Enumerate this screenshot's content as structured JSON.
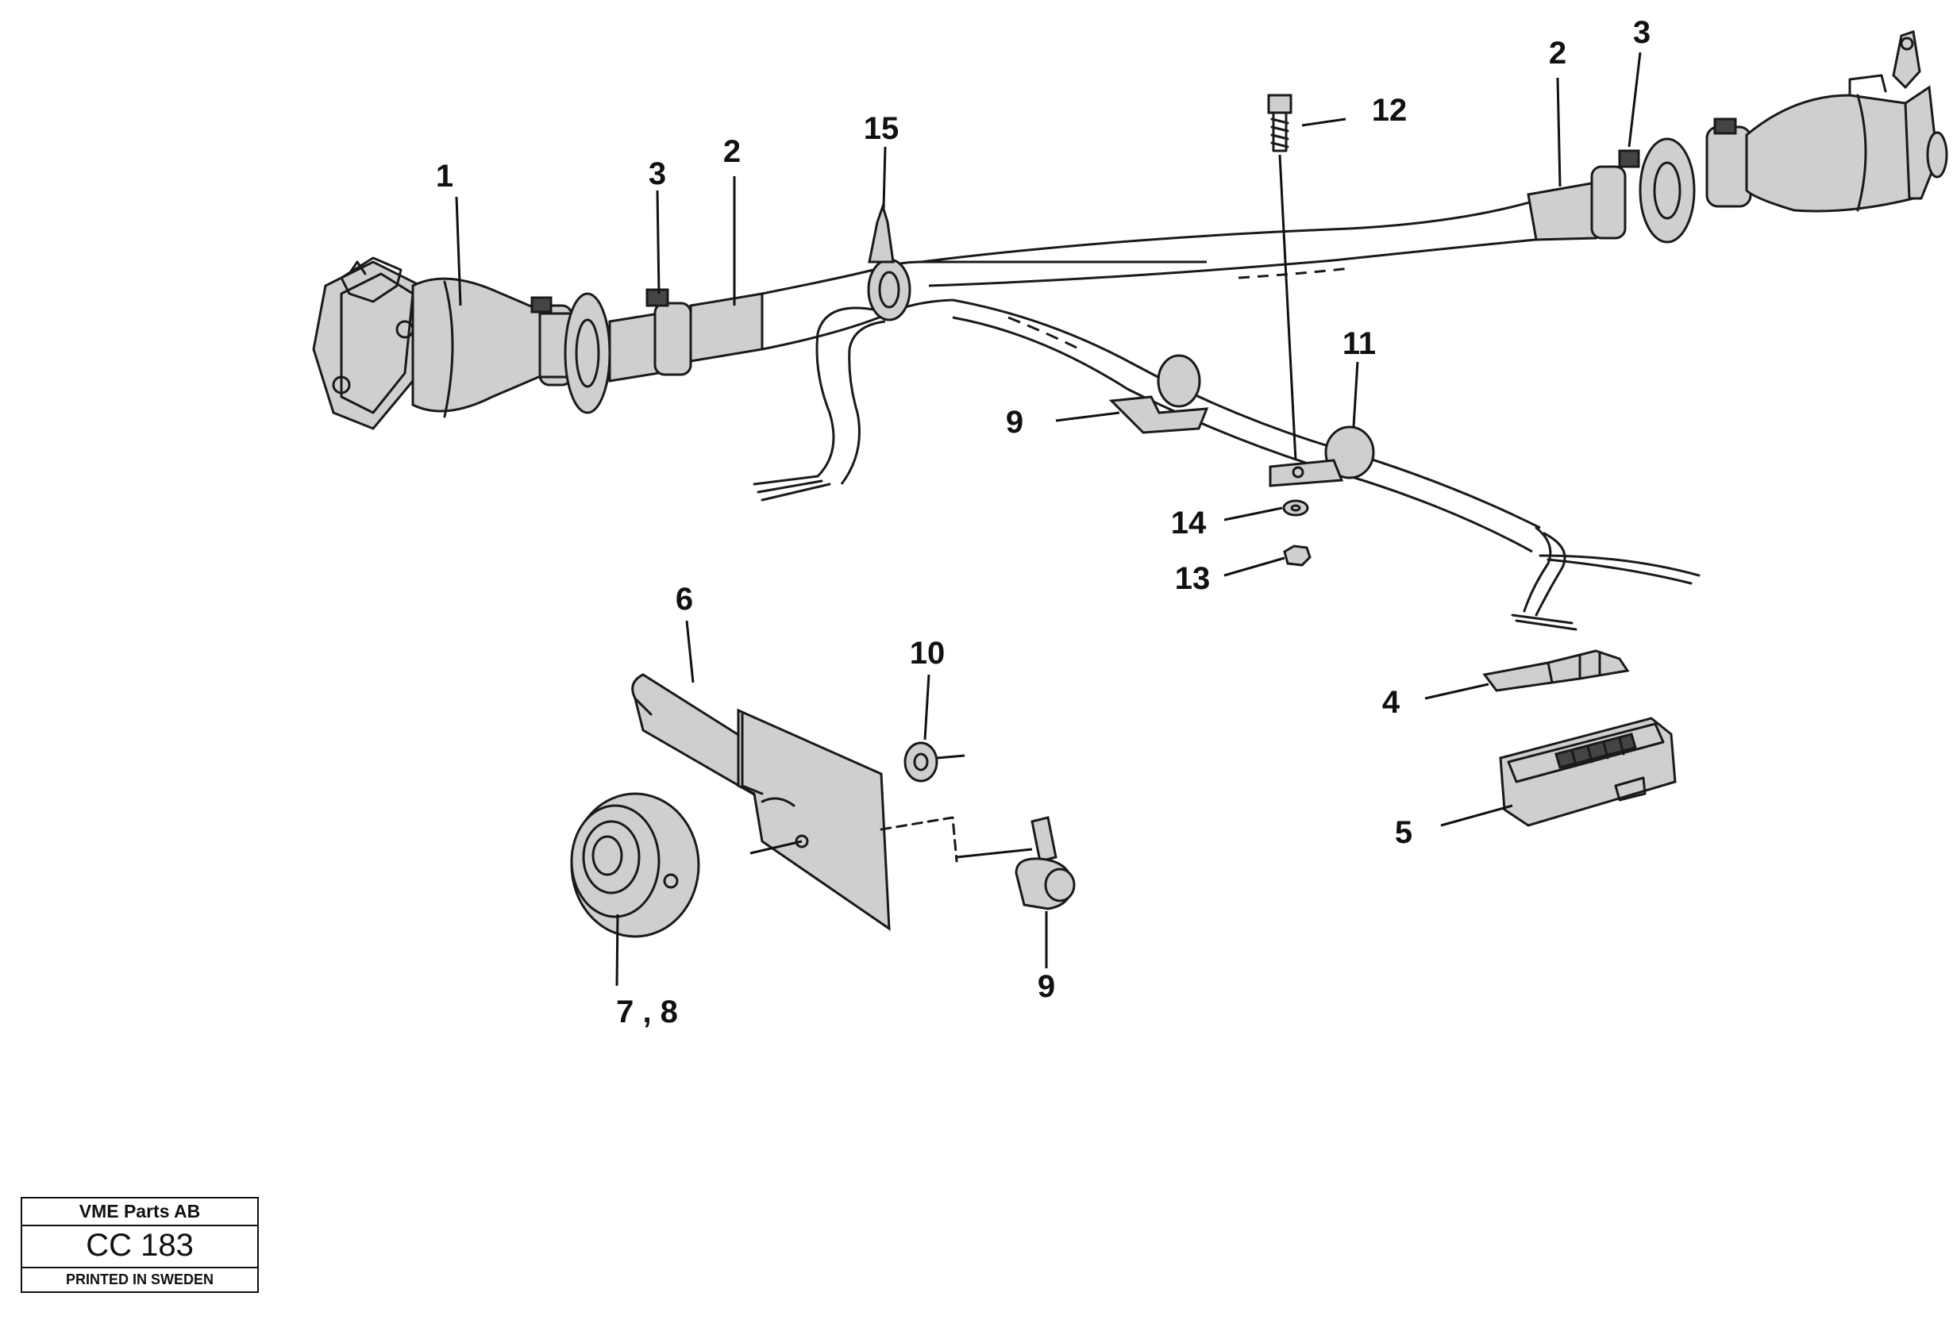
{
  "title_block": {
    "company": "VME Parts AB",
    "code": "CC 183",
    "printed": "PRINTED IN SWEDEN"
  },
  "callouts": [
    {
      "id": "c1",
      "text": "1"
    },
    {
      "id": "c3a",
      "text": "3"
    },
    {
      "id": "c2a",
      "text": "2"
    },
    {
      "id": "c15",
      "text": "15"
    },
    {
      "id": "c12",
      "text": "12"
    },
    {
      "id": "c2b",
      "text": "2"
    },
    {
      "id": "c3b",
      "text": "3"
    },
    {
      "id": "c11",
      "text": "11"
    },
    {
      "id": "c9a",
      "text": "9"
    },
    {
      "id": "c14",
      "text": "14"
    },
    {
      "id": "c13",
      "text": "13"
    },
    {
      "id": "c6",
      "text": "6"
    },
    {
      "id": "c10",
      "text": "10"
    },
    {
      "id": "c4",
      "text": "4"
    },
    {
      "id": "c5",
      "text": "5"
    },
    {
      "id": "c78",
      "text": "7 , 8"
    },
    {
      "id": "c9b",
      "text": "9"
    }
  ]
}
